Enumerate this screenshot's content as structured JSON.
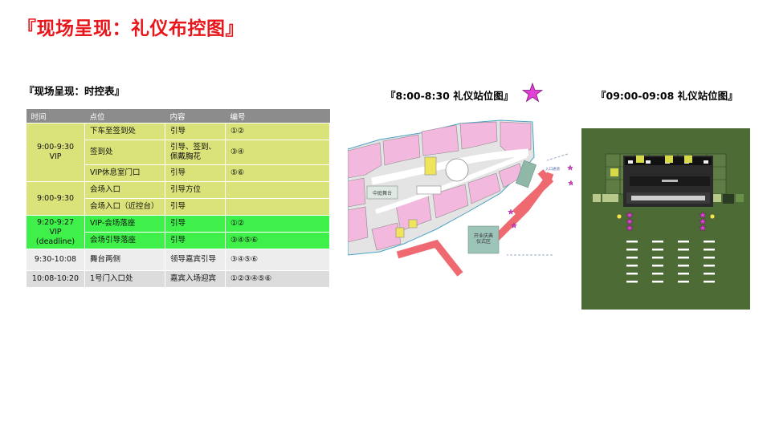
{
  "page_title": "『现场呈现：礼仪布控图』",
  "schedule": {
    "title": "『现场呈现：时控表』",
    "headers": [
      "时间",
      "点位",
      "内容",
      "编号"
    ],
    "rows": [
      {
        "time": "9:00-9:30\nVIP",
        "point": "下车至签到处",
        "content": "引导",
        "code": "①②"
      },
      {
        "point": "签到处",
        "content": "引导、签到、\n佩戴胸花",
        "code": "③④"
      },
      {
        "point": "VIP休息室门口",
        "content": "引导",
        "code": "⑤⑥"
      },
      {
        "time": "9:00-9:30",
        "point": "会场入口",
        "content": "引导方位",
        "code": ""
      },
      {
        "point": "会场入口（近控台）",
        "content": "引导",
        "code": ""
      },
      {
        "time": "9:20-9:27\nVIP\n(deadline)",
        "point": "VIP-会场落座",
        "content": "引导",
        "code": "①②"
      },
      {
        "point": "会场引导落座",
        "content": "引导",
        "code": "③④⑤⑥"
      },
      {
        "time": "9:30-10:08",
        "point": "舞台两侧",
        "content": "领导嘉宾引导",
        "code": "③④⑤⑥"
      },
      {
        "time": "10:08-10:20",
        "point": "1号门入口处",
        "content": "嘉宾入场迎宾",
        "code": "①②③④⑤⑥"
      }
    ]
  },
  "map1": {
    "title": "『8:00-8:30 礼仪站位图』",
    "labels": {
      "atrium": "中庭舞台",
      "ceremony": "开业庆典\n仪式区",
      "entrance": "入口通道"
    },
    "star_color": "#e23fd6"
  },
  "map2": {
    "title": "『09:00-09:08 礼仪站位图』",
    "grass_color": "#4d6b35"
  }
}
